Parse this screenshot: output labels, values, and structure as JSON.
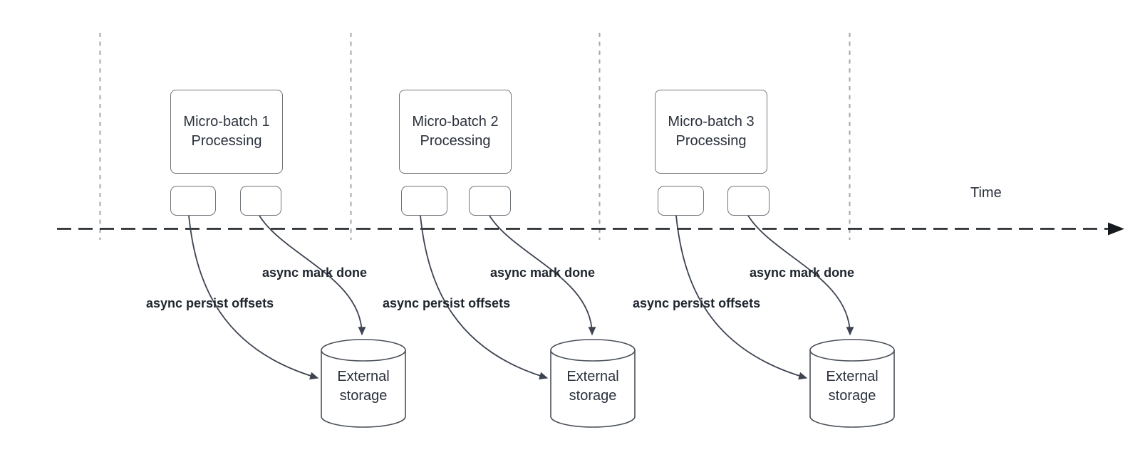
{
  "time_axis": {
    "label": "Time"
  },
  "batches": [
    {
      "title": "Micro-batch 1",
      "subtitle": "Processing",
      "persist_label": "async persist offsets",
      "mark_done_label": "async mark done",
      "storage_label": "External storage"
    },
    {
      "title": "Micro-batch 2",
      "subtitle": "Processing",
      "persist_label": "async persist offsets",
      "mark_done_label": "async mark done",
      "storage_label": "External storage"
    },
    {
      "title": "Micro-batch 3",
      "subtitle": "Processing",
      "persist_label": "async persist offsets",
      "mark_done_label": "async mark done",
      "storage_label": "External storage"
    }
  ],
  "colors": {
    "arrow_line": "#3d4450",
    "box_border": "#70757a",
    "cylinder_border": "#4a5058",
    "axis_line": "#16191e",
    "divider_line": "#a7a7a7",
    "text": "#2b313c",
    "action_label_text": "#20262f"
  }
}
